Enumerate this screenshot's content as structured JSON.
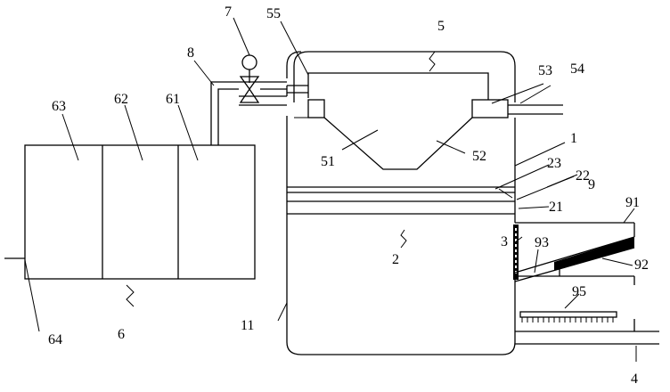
{
  "diagram": {
    "labels": {
      "l1": "1",
      "l11": "11",
      "l2": "2",
      "l21": "21",
      "l22": "22",
      "l23": "23",
      "l3": "3",
      "l4": "4",
      "l5": "5",
      "l51": "51",
      "l52": "52",
      "l53": "53",
      "l54": "54",
      "l55": "55",
      "l6": "6",
      "l61": "61",
      "l62": "62",
      "l63": "63",
      "l64": "64",
      "l7": "7",
      "l8": "8",
      "l9": "9",
      "l91": "91",
      "l92": "92",
      "l93": "93",
      "l95": "95"
    }
  }
}
